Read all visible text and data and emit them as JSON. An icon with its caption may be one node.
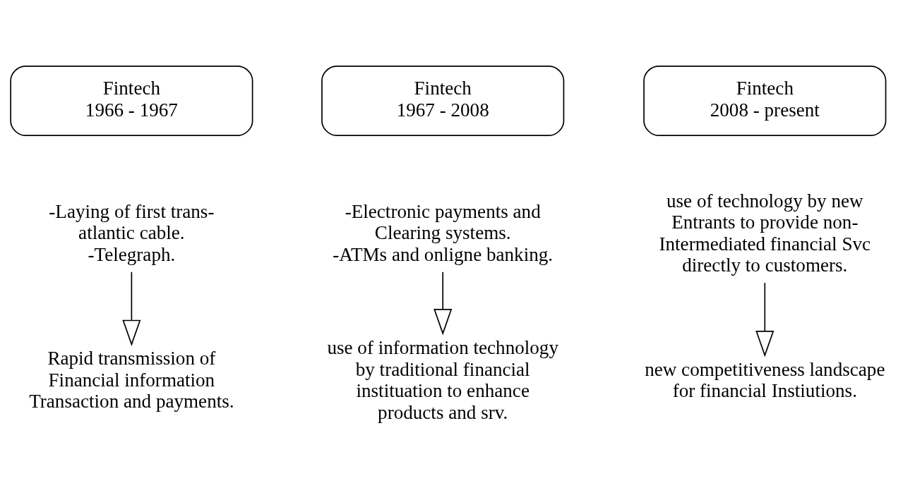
{
  "diagram": {
    "nodes": [
      {
        "text": [
          "Fintech",
          "1966 - 1967"
        ]
      },
      {
        "text": [
          "Fintech",
          "1967 - 2008"
        ]
      },
      {
        "text": [
          "Fintech",
          "2008 - present"
        ]
      },
      {
        "text": [
          "-Laying of first trans- atlantic cable.",
          "-Telegraph."
        ]
      },
      {
        "text": [
          "-Electronic payments and Clearing systems.",
          "-ATMs and onligne banking."
        ]
      },
      {
        "text": [
          "use of technology by new Entrants to provide non- Intermediated financial Svc directly to customers."
        ]
      },
      {
        "text": [
          "Rapid transmission of Financial information Transaction and payments."
        ]
      },
      {
        "text": [
          "use of information technology by traditional financial instituation to enhance products and srv."
        ]
      },
      {
        "text": [
          "new competitiveness landscape for financial Instiutions."
        ]
      }
    ],
    "edges": [
      {
        "from": 3,
        "to": 6,
        "arrow": "to"
      },
      {
        "from": 4,
        "to": 7,
        "arrow": "to"
      },
      {
        "from": 5,
        "to": 8,
        "arrow": "to"
      }
    ]
  }
}
